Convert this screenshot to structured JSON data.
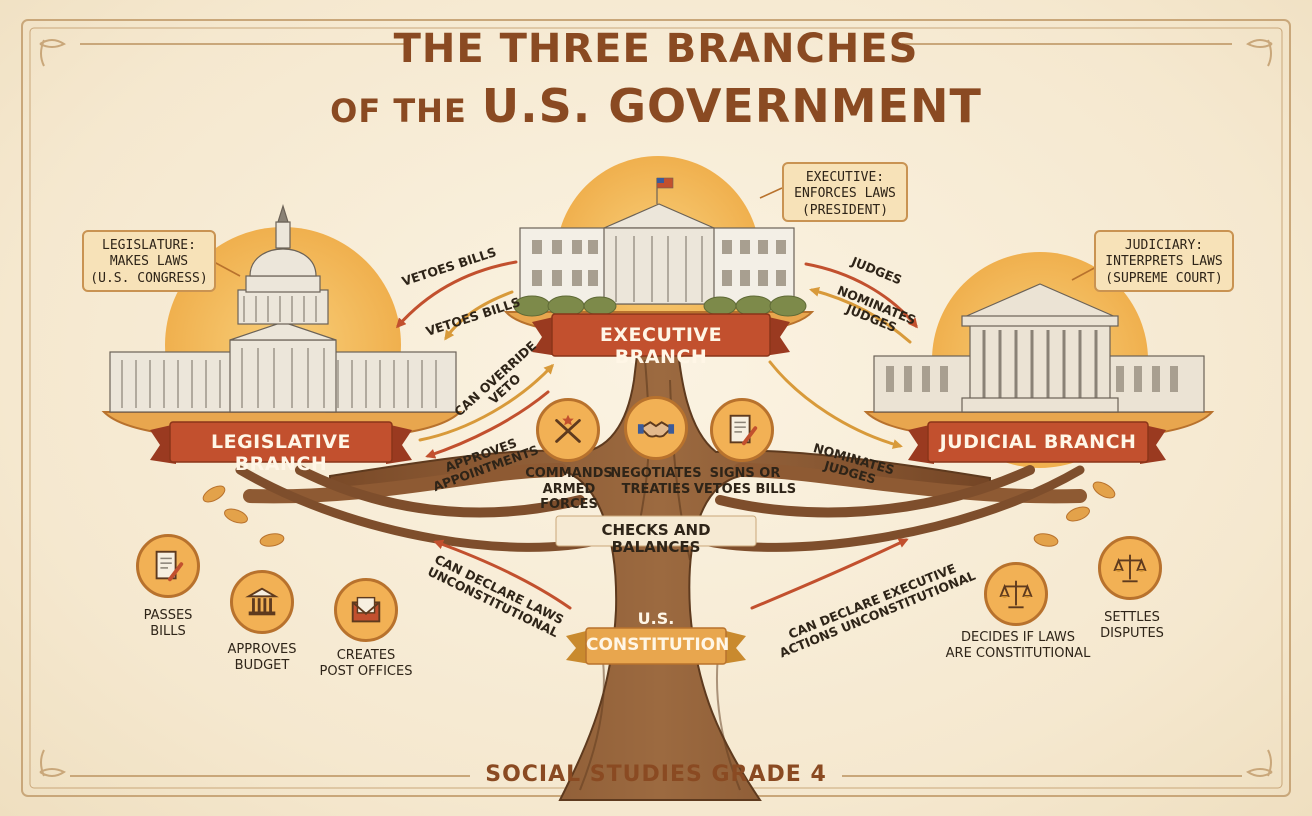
{
  "title": {
    "line1": "THE THREE BRANCHES",
    "line2_prefix": "OF THE",
    "line2_main": "U.S. GOVERNMENT"
  },
  "footer": "SOCIAL STUDIES GRADE 4",
  "branches": {
    "legislative": {
      "banner": "LEGISLATIVE BRANCH",
      "callout": [
        "LEGISLATURE:",
        "MAKES LAWS",
        "(U.S. CONGRESS)"
      ],
      "powers": [
        {
          "icon": "document-pen-icon",
          "label": [
            "PASSES",
            "BILLS"
          ]
        },
        {
          "icon": "bank-building-icon",
          "label": [
            "APPROVES",
            "BUDGET"
          ]
        },
        {
          "icon": "envelope-icon",
          "label": [
            "CREATES",
            "POST OFFICES"
          ]
        }
      ]
    },
    "executive": {
      "banner": "EXECUTIVE BRANCH",
      "callout": [
        "EXECUTIVE:",
        "ENFORCES LAWS",
        "(PRESIDENT)"
      ],
      "powers": [
        {
          "icon": "crossed-rifles-icon",
          "label": [
            "COMMANDS",
            "ARMED FORCES"
          ]
        },
        {
          "icon": "handshake-icon",
          "label": [
            "NEGOTIATES",
            "TREATIES"
          ]
        },
        {
          "icon": "document-pen-icon",
          "label": [
            "SIGNS OR",
            "VETOES BILLS"
          ]
        }
      ]
    },
    "judicial": {
      "banner": "JUDICIAL BRANCH",
      "callout": [
        "JUDICIARY:",
        "INTERPRETS LAWS",
        "(SUPREME COURT)"
      ],
      "powers": [
        {
          "icon": "scales-icon",
          "label": [
            "DECIDES IF LAWS",
            "ARE CONSTITUTIONAL"
          ]
        },
        {
          "icon": "scales-icon",
          "label": [
            "SETTLES",
            "DISPUTES"
          ]
        }
      ]
    }
  },
  "center": {
    "checks": "CHECKS AND BALANCES",
    "constitution": [
      "U.S.",
      "CONSTITUTION"
    ]
  },
  "arrow_labels": {
    "vetoes_top": "VETOES BILLS",
    "vetoes_bottom": "VETOES BILLS",
    "override": [
      "CAN OVERRIDE",
      "VETO"
    ],
    "appointments": [
      "APPROVES",
      "APPOINTMENTS"
    ],
    "judges": "JUDGES",
    "nominates_top": [
      "NOMINATES",
      "JUDGES"
    ],
    "nominates_bottom": [
      "NOMINATES",
      "JUDGES"
    ],
    "declare_laws": [
      "CAN DECLARE LAWS",
      "UNCONSTITUTIONAL"
    ],
    "declare_exec": [
      "CAN DECLARE EXECUTIVE",
      "ACTIONS UNCONSTITUTIONAL"
    ]
  },
  "colors": {
    "background": "#f6ead3",
    "banner": "#c2502e",
    "title": "#8a4a22",
    "trunk": "#8e5a33",
    "arrow": "#c2502e",
    "arrow_alt": "#d89a3a",
    "sun": "#f4bd5c"
  }
}
